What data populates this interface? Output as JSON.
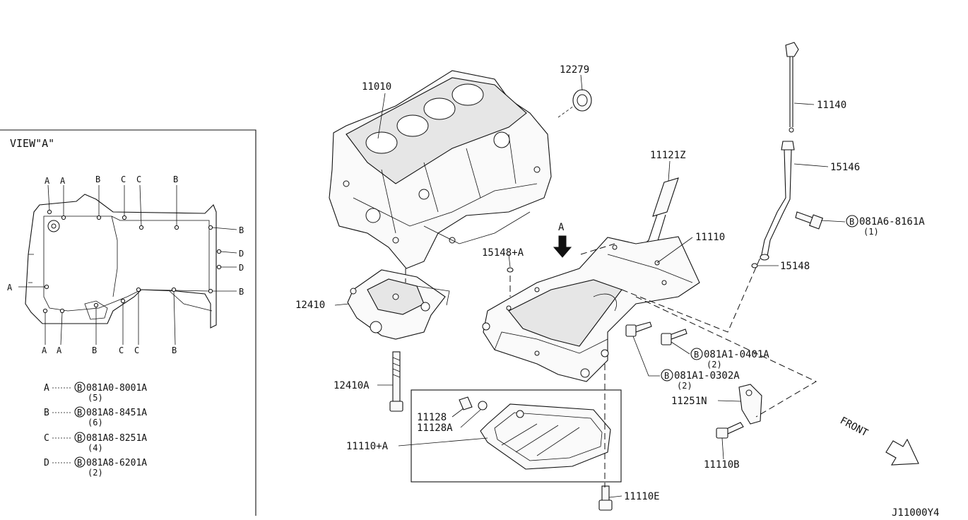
{
  "view_a": {
    "title": "VIEW\"A\"",
    "top_letters": [
      "A",
      "A",
      "B",
      "C",
      "C",
      "B"
    ],
    "bottom_letters": [
      "A",
      "A",
      "B",
      "C",
      "C",
      "B"
    ],
    "left_letter": "A",
    "right_letters": [
      "B",
      "D",
      "D",
      "B"
    ]
  },
  "legend": [
    {
      "key": "A",
      "code": "081A0-8001A",
      "qty": "(5)"
    },
    {
      "key": "B",
      "code": "081A8-8451A",
      "qty": "(6)"
    },
    {
      "key": "C",
      "code": "081A8-8251A",
      "qty": "(4)"
    },
    {
      "key": "D",
      "code": "081A8-6201A",
      "qty": "(2)"
    }
  ],
  "bolt_symbol": "B",
  "parts": {
    "p11010": "11010",
    "p12279": "12279",
    "p11140": "11140",
    "p15146": "15146",
    "p11121z": "11121Z",
    "p11110": "11110",
    "p15148a": "15148+A",
    "p15148": "15148",
    "p12410": "12410",
    "p12410a": "12410A",
    "p11128": "11128",
    "p11128a": "11128A",
    "p11110a": "11110+A",
    "p11110e": "11110E",
    "p11251n": "11251N",
    "p11110b": "11110B"
  },
  "callouts": {
    "c1": {
      "code": "081A6-8161A",
      "qty": "(1)"
    },
    "c2": {
      "code": "081A1-0401A",
      "qty": "(2)"
    },
    "c3": {
      "code": "081A1-0302A",
      "qty": "(2)"
    }
  },
  "view_arrow_label": "A",
  "front_label": "FRONT",
  "diagram_id": "J11000Y4"
}
